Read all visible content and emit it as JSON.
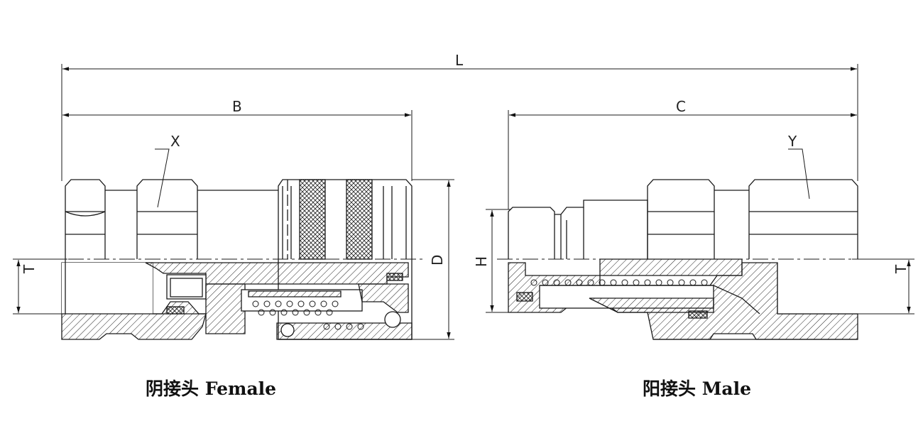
{
  "dimensions": {
    "total_length": "L",
    "female_length": "B",
    "male_length": "C",
    "outer_diameter": "D",
    "male_height": "H",
    "female_thread": "X",
    "male_thread": "Y",
    "female_bore": "T",
    "male_bore": "T"
  },
  "captions": {
    "female": "阴接头 Female",
    "male": "阳接头 Male"
  },
  "colors": {
    "line": "#1a1a1a",
    "background": "#ffffff"
  }
}
